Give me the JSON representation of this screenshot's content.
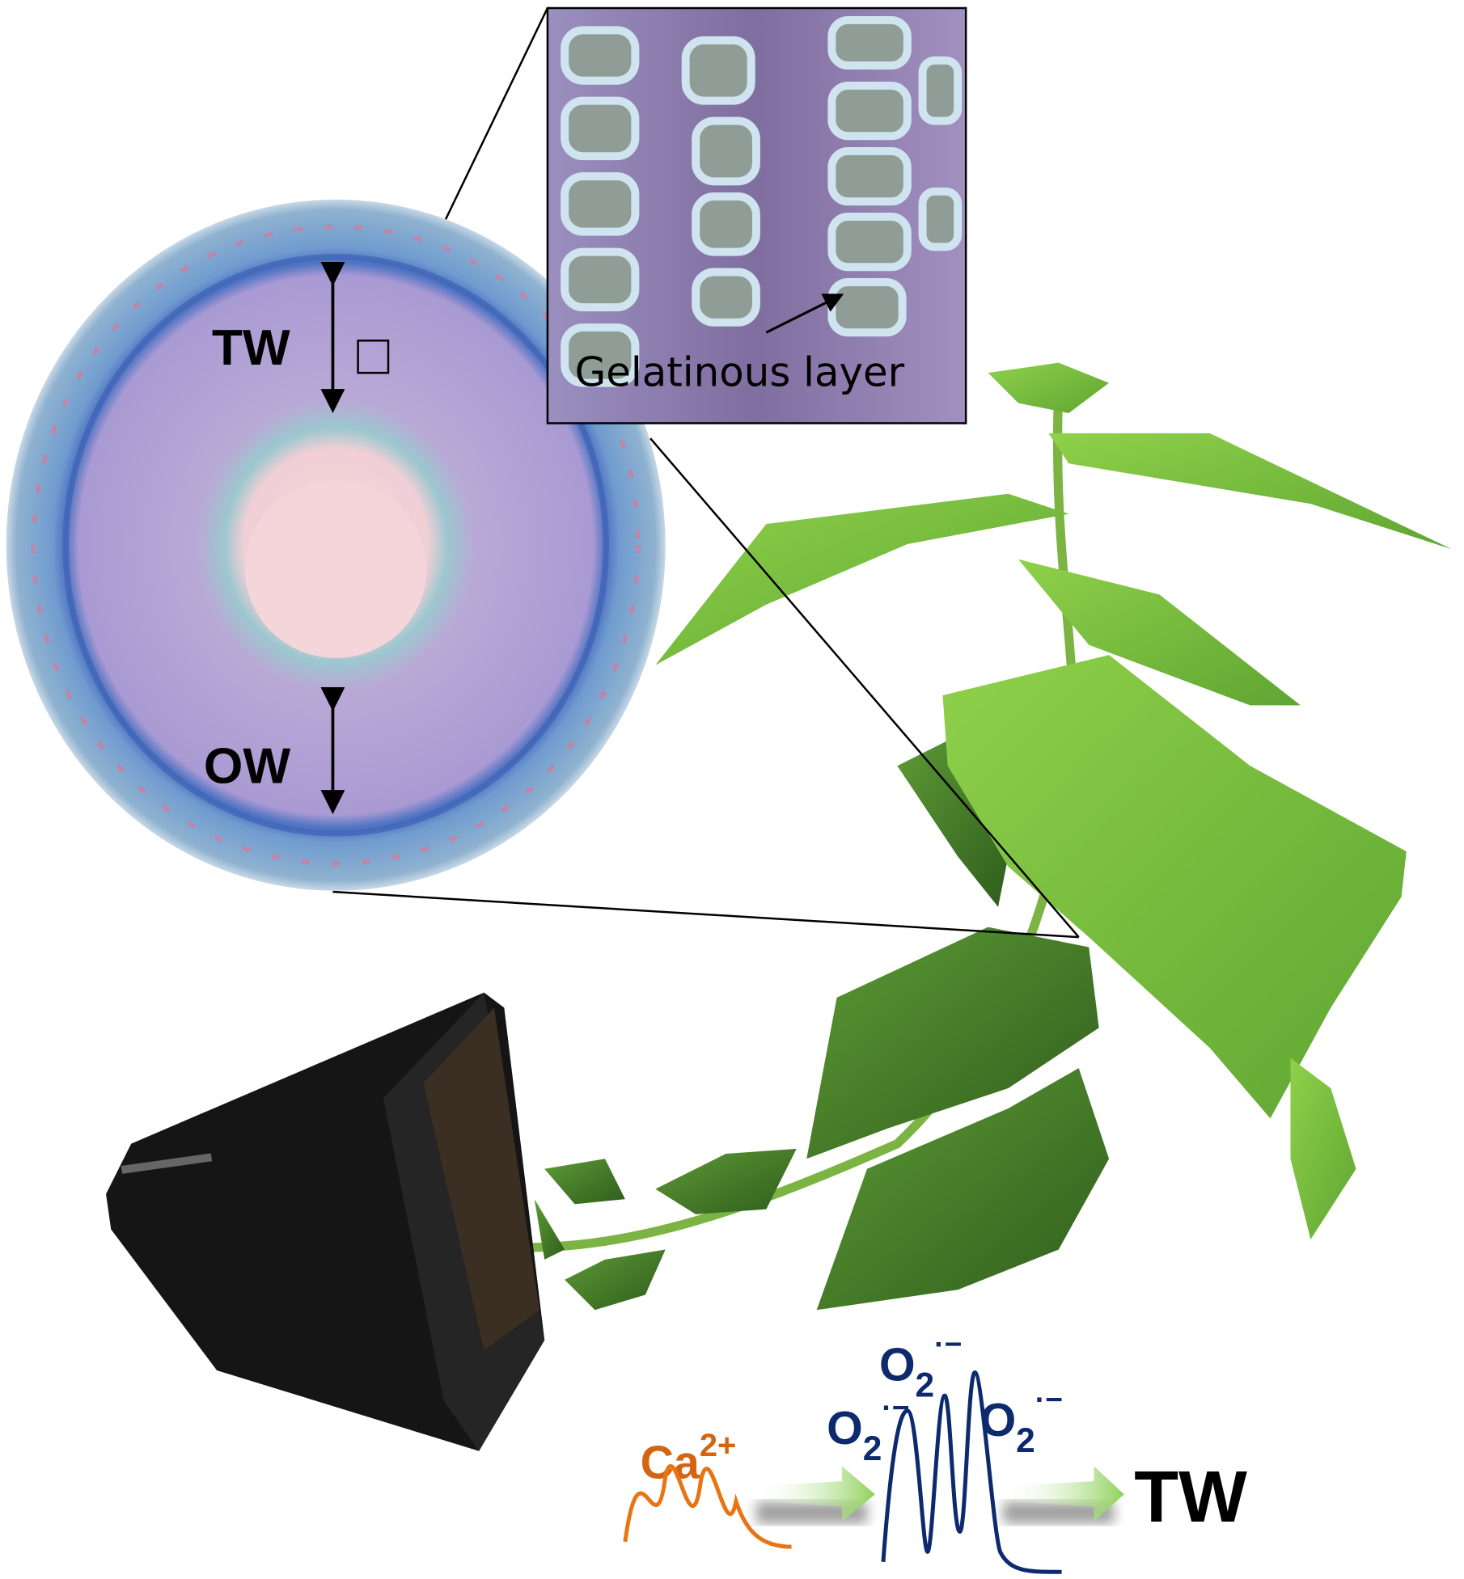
{
  "cross_section": {
    "tension_wood_label": "TW",
    "opposite_wood_label": "OW"
  },
  "inset": {
    "annotation": "Gelatinous layer"
  },
  "pathway": {
    "calcium": {
      "base": "Ca",
      "charge": "2+"
    },
    "superoxide": [
      {
        "base": "O",
        "sub": "2",
        "sup": "·−"
      },
      {
        "base": "O",
        "sub": "2",
        "sup": "·−"
      },
      {
        "base": "O",
        "sub": "2",
        "sup": "·−"
      }
    ],
    "outcome": "TW"
  },
  "colors": {
    "calcium": "#d4640f",
    "superoxide": "#0d2a6e",
    "arrow": "#8fd15a",
    "leaf": "#7cc242",
    "pot": "#151515"
  }
}
